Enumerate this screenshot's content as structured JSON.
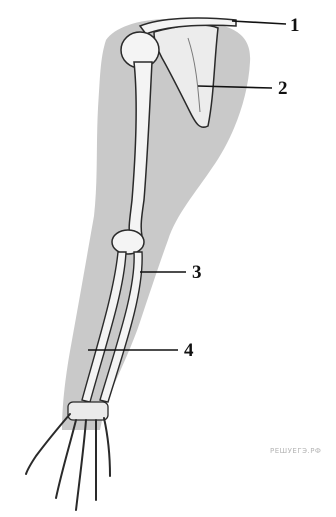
{
  "figure": {
    "callouts": [
      {
        "id": "1",
        "label": "1"
      },
      {
        "id": "2",
        "label": "2"
      },
      {
        "id": "3",
        "label": "3"
      },
      {
        "id": "4",
        "label": "4"
      }
    ],
    "watermark": "РЕШУЕГЭ.РФ"
  },
  "colors": {
    "skin": "#c9c9c9",
    "bone": "#f4f4f4",
    "outline": "#2a2a2a",
    "shade": "#9a9a9a"
  }
}
